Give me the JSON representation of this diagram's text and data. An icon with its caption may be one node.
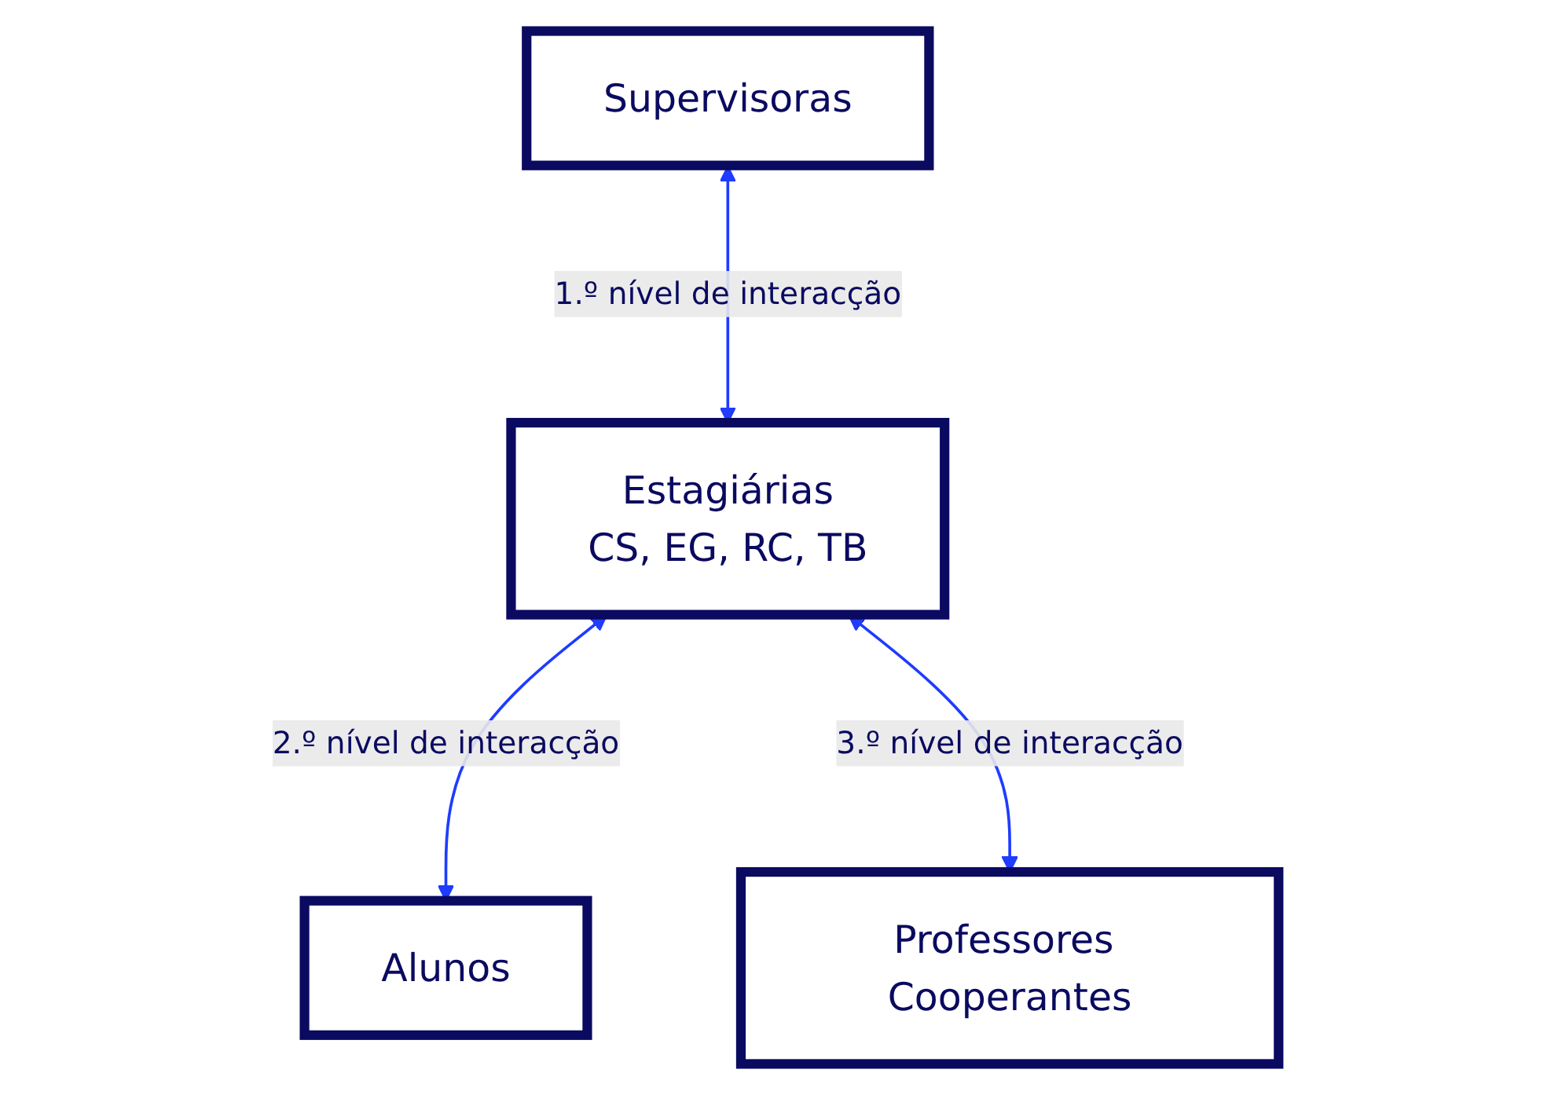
{
  "diagram": {
    "nodes": [
      {
        "text": [
          "Supervisoras"
        ]
      },
      {
        "text": [
          "Estagiárias",
          "CS, EG, RC, TB"
        ]
      },
      {
        "text": [
          "Alunos"
        ]
      },
      {
        "text": [
          "Professores Cooperantes"
        ]
      }
    ],
    "edges": [
      {
        "from": 0,
        "to": 1,
        "arrow": "both",
        "label": "1.º nível de interacção"
      },
      {
        "from": 1,
        "to": 2,
        "arrow": "both",
        "label": "2.º nível de interacção"
      },
      {
        "from": 1,
        "to": 3,
        "arrow": "both",
        "label": "3.º nível de interacção"
      }
    ]
  }
}
